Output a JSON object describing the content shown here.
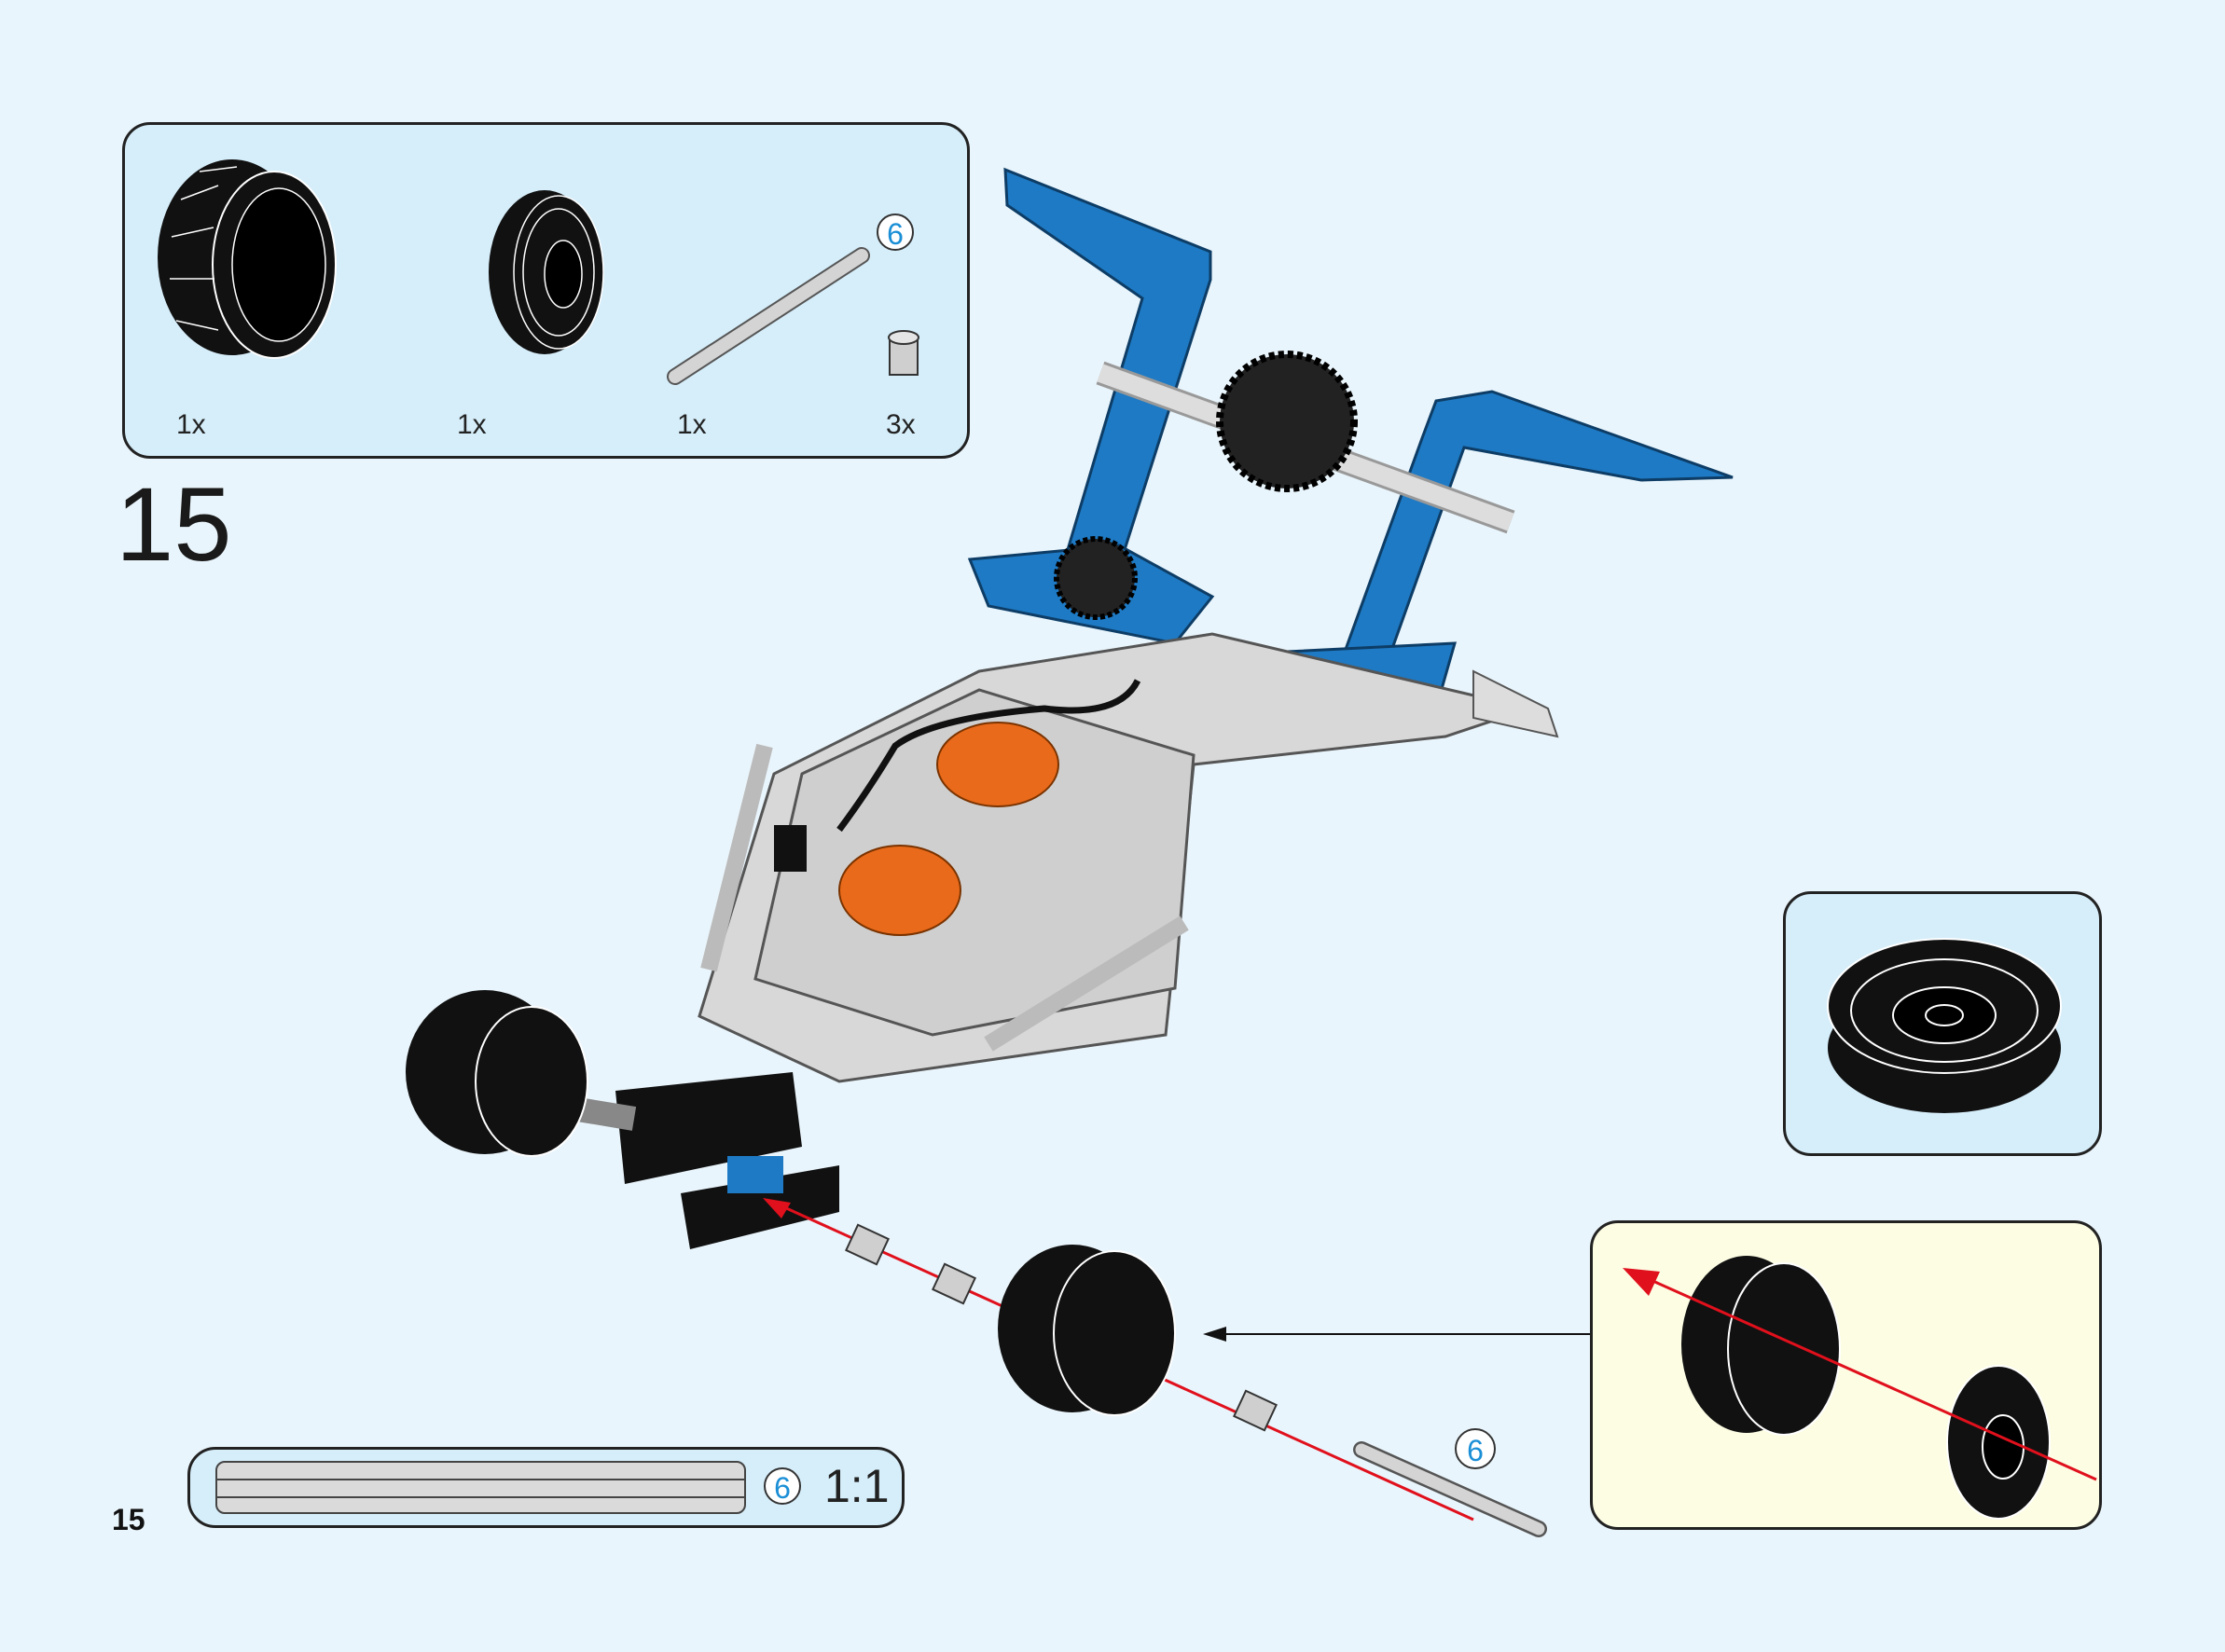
{
  "step": {
    "number": "15"
  },
  "page": {
    "number": "15"
  },
  "parts_list": {
    "items": [
      {
        "name": "tire",
        "quantity": "1x"
      },
      {
        "name": "wheel-rim",
        "quantity": "1x"
      },
      {
        "name": "axle",
        "quantity": "1x",
        "length_badge": "6"
      },
      {
        "name": "bush",
        "quantity": "3x"
      }
    ]
  },
  "ruler": {
    "length_badge": "6",
    "scale": "1:1"
  },
  "main_axle_badge": "6",
  "colors": {
    "background": "#e9f5fc",
    "panel": "#d6eefa",
    "callout": "#fdfde4",
    "accent_blue": "#1e7ac4",
    "arrow_red": "#e0101c",
    "orange": "#e96a1a"
  }
}
